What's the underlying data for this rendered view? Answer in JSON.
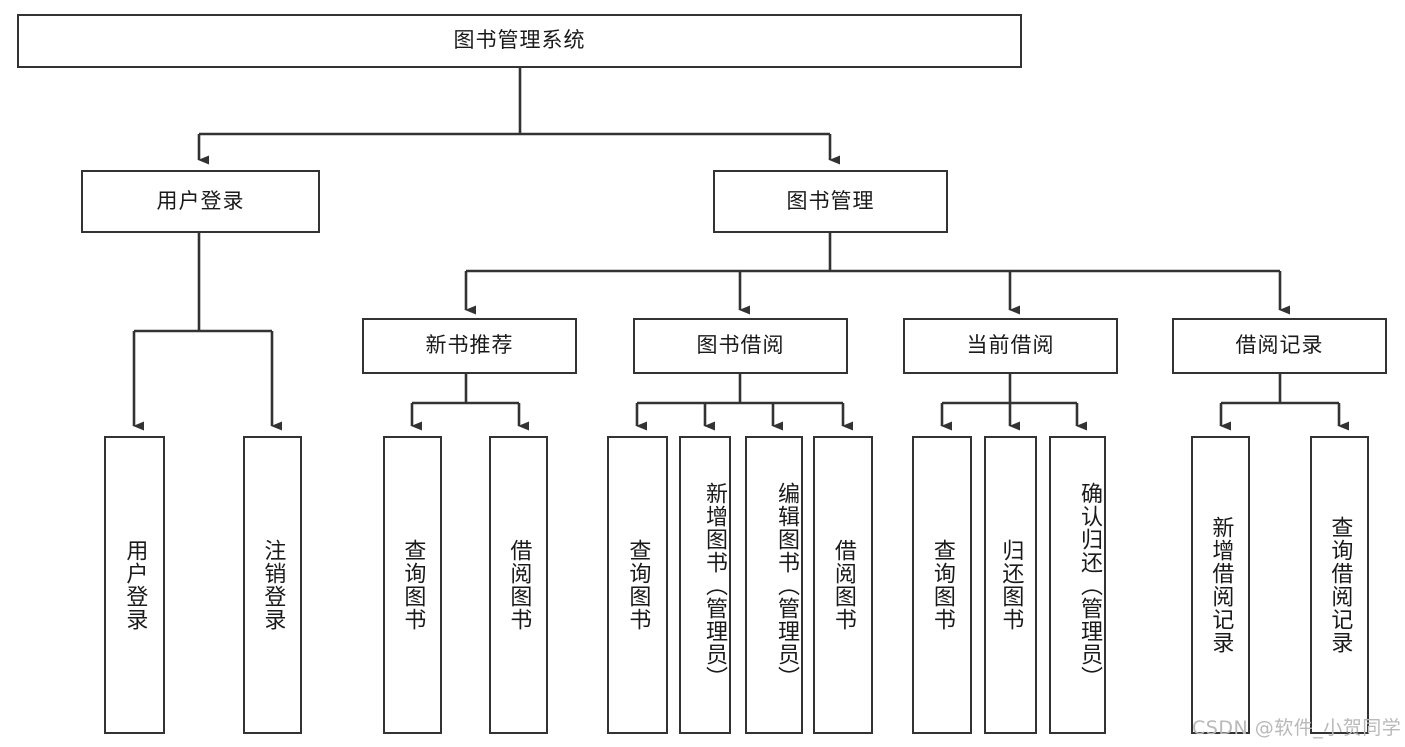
{
  "diagram": {
    "title_node": {
      "label": "图书管理系统"
    },
    "level2": [
      {
        "id": "user-login",
        "label": "用户登录"
      },
      {
        "id": "book-manage",
        "label": "图书管理"
      }
    ],
    "level3": [
      {
        "id": "new-book-recommend",
        "label": "新书推荐"
      },
      {
        "id": "book-borrow",
        "label": "图书借阅"
      },
      {
        "id": "current-borrow",
        "label": "当前借阅"
      },
      {
        "id": "borrow-record",
        "label": "借阅记录"
      }
    ],
    "leaves": [
      {
        "id": "leaf-user-login",
        "label": "用户登录"
      },
      {
        "id": "leaf-user-logout",
        "label": "注销登录"
      },
      {
        "id": "leaf-query-book-1",
        "label": "查询图书"
      },
      {
        "id": "leaf-borrow-book-1",
        "label": "借阅图书"
      },
      {
        "id": "leaf-query-book-2",
        "label": "查询图书"
      },
      {
        "id": "leaf-add-book",
        "label": "新增图书（管理员）"
      },
      {
        "id": "leaf-edit-book",
        "label": "编辑图书（管理员）"
      },
      {
        "id": "leaf-borrow-book-2",
        "label": "借阅图书"
      },
      {
        "id": "leaf-query-book-3",
        "label": "查询图书"
      },
      {
        "id": "leaf-return-book",
        "label": "归还图书"
      },
      {
        "id": "leaf-confirm-return",
        "label": "确认归还（管理员）"
      },
      {
        "id": "leaf-add-record",
        "label": "新增借阅记录"
      },
      {
        "id": "leaf-query-record",
        "label": "查询借阅记录"
      }
    ],
    "watermark": "CSDN @软件_小贺同学",
    "colors": {
      "border": "#333333",
      "background": "#ffffff",
      "text": "#1a1a1a",
      "watermark": "#b9b9b9"
    }
  }
}
